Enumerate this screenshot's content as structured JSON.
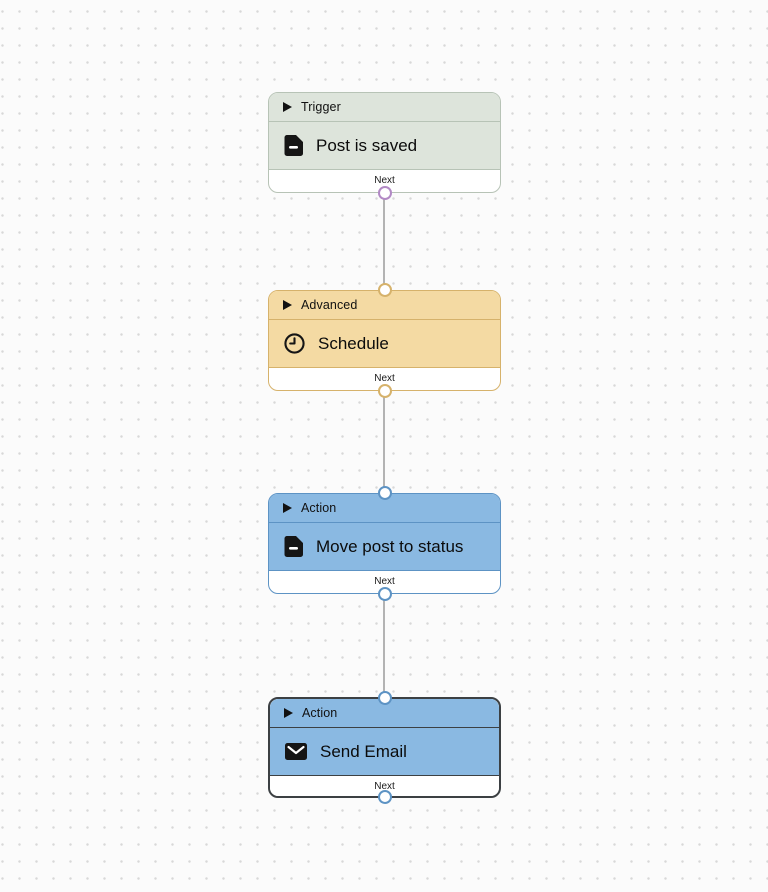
{
  "canvas": {
    "background_color": "#fbfbfb",
    "dot_color": "#d8d8d8",
    "edge_color": "#b3b3b3",
    "next_label": "Next"
  },
  "nodes": [
    {
      "category": "Trigger",
      "title": "Post is saved",
      "icon": "document-icon",
      "fill": "#dde4db",
      "border": "#b7c3b6",
      "port_color": "#b289c5",
      "has_input_port": false,
      "selected": false
    },
    {
      "category": "Advanced",
      "title": "Schedule",
      "icon": "clock-icon",
      "fill": "#f4daa3",
      "border": "#d6b26b",
      "port_color": "#d6b26b",
      "has_input_port": true,
      "selected": false
    },
    {
      "category": "Action",
      "title": "Move post to status",
      "icon": "document-icon",
      "fill": "#8ab9e2",
      "border": "#5d93c4",
      "port_color": "#5d93c4",
      "has_input_port": true,
      "selected": false
    },
    {
      "category": "Action",
      "title": "Send Email",
      "icon": "envelope-icon",
      "fill": "#8ab9e2",
      "border": "#3c4043",
      "port_color": "#5d93c4",
      "has_input_port": true,
      "selected": true
    }
  ]
}
